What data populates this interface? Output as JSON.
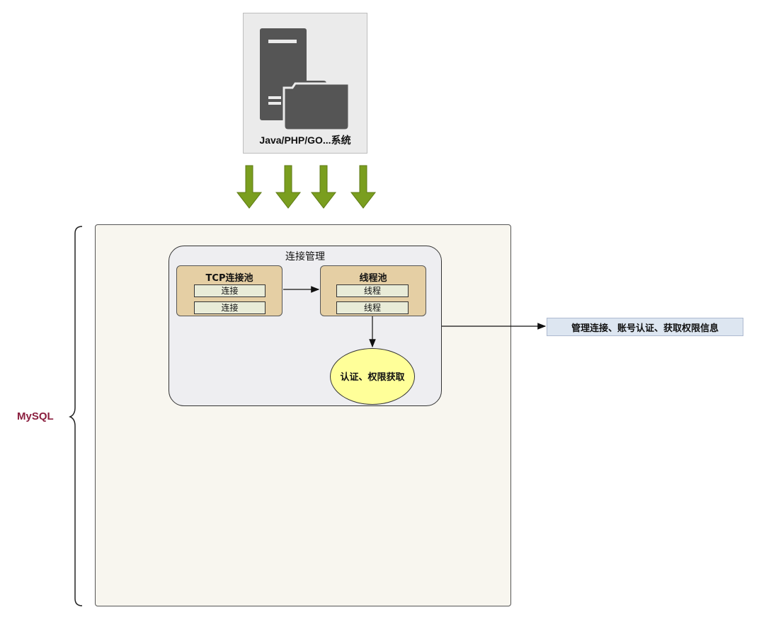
{
  "client": {
    "label": "Java/PHP/GO...系统",
    "icon": "server-folder-icon"
  },
  "mysql": {
    "label": "MySQL"
  },
  "connection_management": {
    "title": "连接管理",
    "tcp_pool": {
      "title": "TCP连接池",
      "slots": [
        "连接",
        "连接"
      ]
    },
    "thread_pool": {
      "title": "线程池",
      "slots": [
        "线程",
        "线程"
      ]
    },
    "auth": {
      "label": "认证、权限获取"
    }
  },
  "callout": {
    "label": "管理连接、账号认证、获取权限信息"
  },
  "colors": {
    "arrow_green": "#7a9e1f",
    "mysql_label": "#8b1f3f",
    "pool_fill": "#e5cfa4",
    "auth_fill": "#ffff99",
    "callout_fill": "#dde6f1"
  }
}
